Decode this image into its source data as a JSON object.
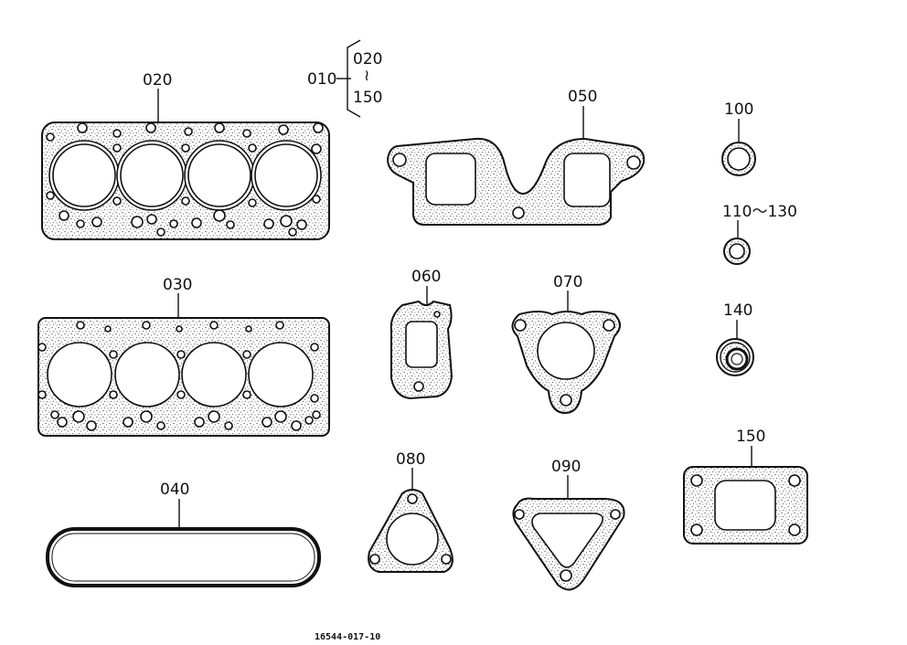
{
  "parts": [
    {
      "id": "p020",
      "label": "020"
    },
    {
      "id": "p030",
      "label": "030"
    },
    {
      "id": "p040",
      "label": "040"
    },
    {
      "id": "p050",
      "label": "050"
    },
    {
      "id": "p060",
      "label": "060"
    },
    {
      "id": "p070",
      "label": "070"
    },
    {
      "id": "p080",
      "label": "080"
    },
    {
      "id": "p090",
      "label": "090"
    },
    {
      "id": "p100",
      "label": "100"
    },
    {
      "id": "p110",
      "label": "110～130"
    },
    {
      "id": "p140",
      "label": "140"
    },
    {
      "id": "p150",
      "label": "150"
    }
  ],
  "kit": {
    "label": "010",
    "range_start": "020",
    "range_sep": "≀",
    "range_end": "150"
  },
  "drawing_number": "16544-017-10"
}
